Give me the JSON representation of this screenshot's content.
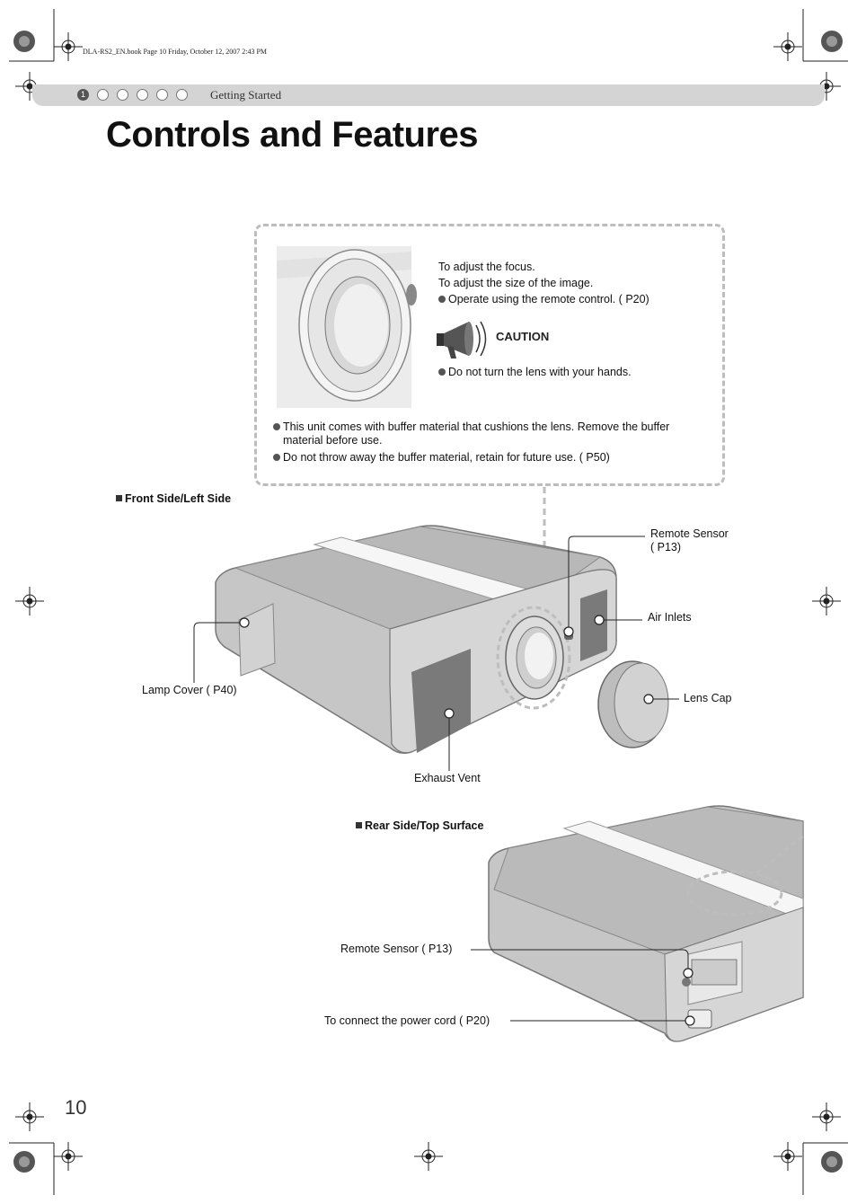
{
  "header": {
    "file_info": "DLA-RS2_EN.book  Page 10  Friday, October 12, 2007  2:43 PM",
    "active_step": "1",
    "section": "Getting Started"
  },
  "title": "Controls and Features",
  "callout": {
    "line1": "To adjust the focus.",
    "line2": "To adjust the size of the image.",
    "remote_note": "Operate using the remote control. ( P20)",
    "caution_title": "CAUTION",
    "caution_text": "Do not turn the lens with your hands.",
    "buffer_note": "This unit comes with buffer material that cushions the lens. Remove the buffer material before use.",
    "retain_note": "Do not throw away the buffer material, retain for future use. ( P50)"
  },
  "front_side": {
    "heading": "Front Side/Left Side",
    "labels": {
      "remote_sensor": "Remote Sensor",
      "remote_sensor_ref": "( P13)",
      "air_inlets": "Air Inlets",
      "lamp_cover": "Lamp Cover ( P40)",
      "lens_cap": "Lens Cap",
      "exhaust_vent": "Exhaust Vent"
    }
  },
  "rear_side": {
    "heading": "Rear Side/Top Surface",
    "labels": {
      "remote_sensor": "Remote Sensor ( P13)",
      "power_cord": "To connect the power cord ( P20)"
    }
  },
  "page_number": "10",
  "colors": {
    "header_bar": "#d4d4d4",
    "dashed_border": "#bdbdbd",
    "projector_body": "#c8c8c8",
    "projector_top": "#bdbdbd"
  }
}
